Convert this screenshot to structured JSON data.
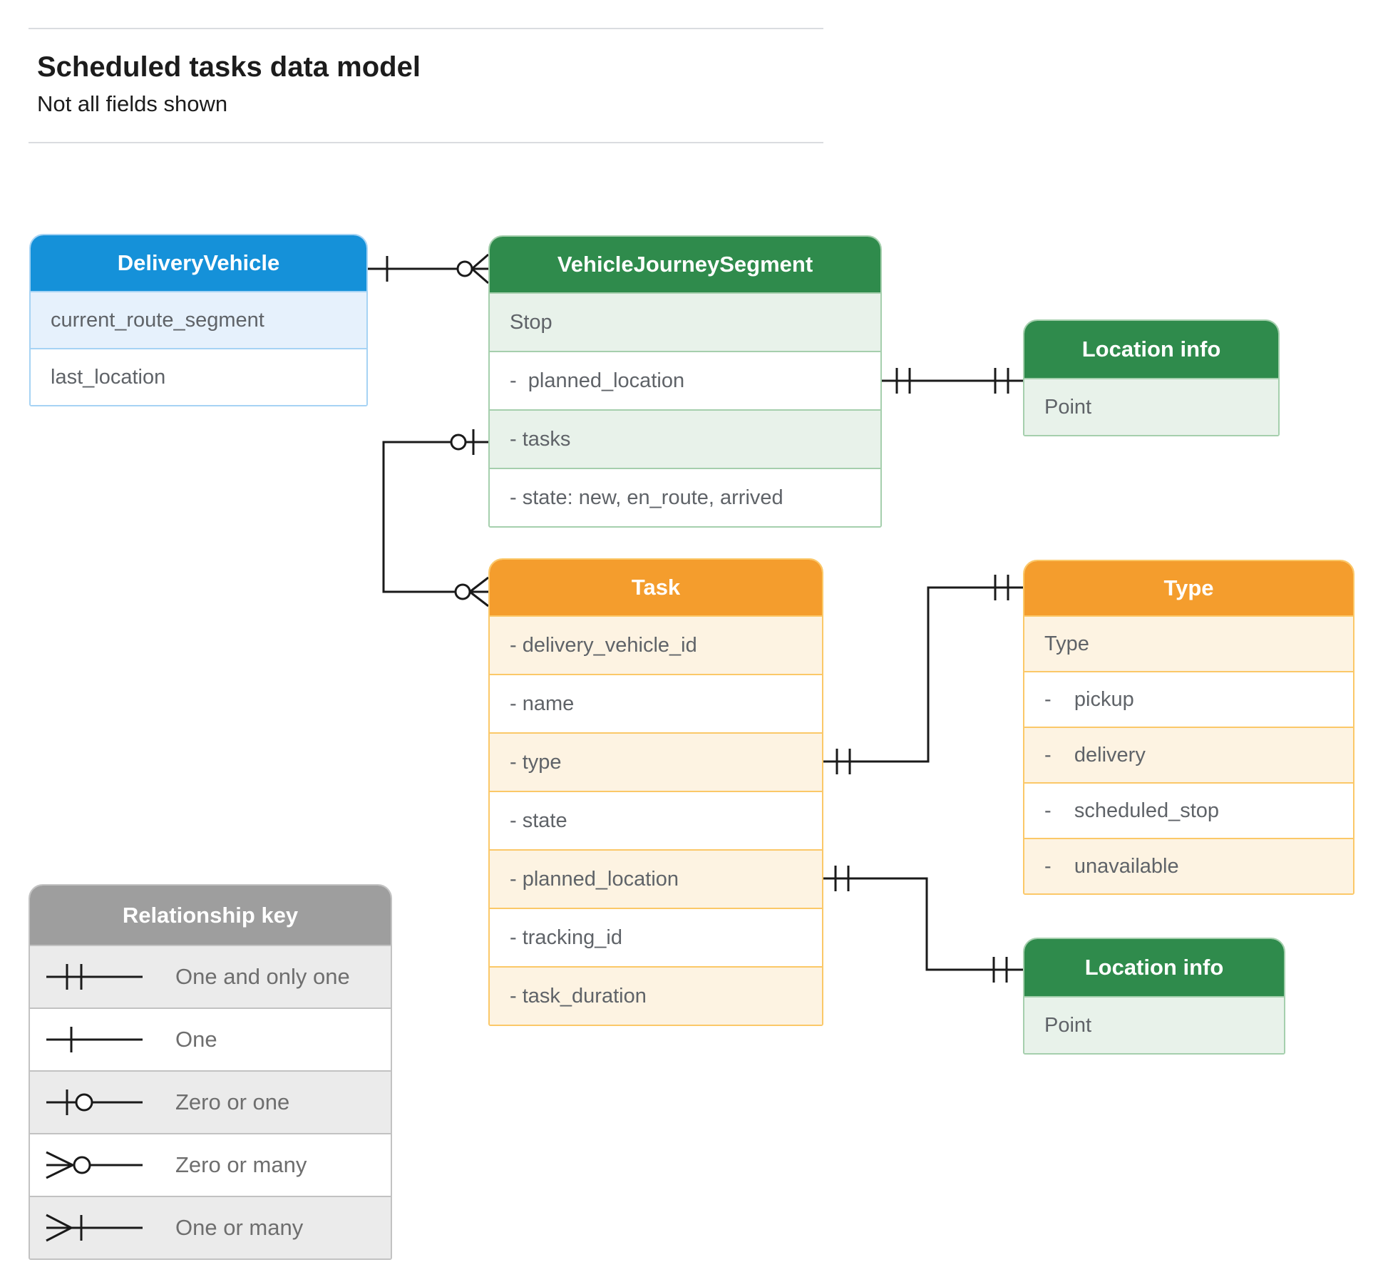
{
  "page": {
    "title": "Scheduled tasks data model",
    "subtitle": "Not all fields shown"
  },
  "colors": {
    "blue_header": "#1591d9",
    "blue_tint": "#e6f1fc",
    "blue_border": "#a6d3f4",
    "green_header": "#2f8b4c",
    "green_tint": "#e8f2ea",
    "green_border": "#a5cfad",
    "orange_header": "#f49d2d",
    "orange_tint": "#fdf3e2",
    "orange_border": "#fbc868",
    "gray_header": "#9e9e9e",
    "gray_tint": "#ebebeb",
    "connector_line": "#1a1a1a",
    "row_text": "#5f6368"
  },
  "entities": {
    "delivery_vehicle": {
      "title": "DeliveryVehicle",
      "rows": [
        "current_route_segment",
        "last_location"
      ]
    },
    "vehicle_journey_segment": {
      "title": "VehicleJourneySegment",
      "rows": [
        "Stop",
        "-  planned_location",
        "- tasks",
        "- state: new, en_route, arrived"
      ]
    },
    "location_info_top": {
      "title": "Location info",
      "rows": [
        "Point"
      ]
    },
    "task": {
      "title": "Task",
      "rows": [
        "- delivery_vehicle_id",
        "- name",
        "- type",
        "- state",
        "- planned_location",
        "- tracking_id",
        "- task_duration"
      ]
    },
    "type": {
      "title": "Type",
      "rows": [
        "Type",
        "-    pickup",
        "-    delivery",
        "-    scheduled_stop",
        "-    unavailable"
      ]
    },
    "location_info_bottom": {
      "title": "Location info",
      "rows": [
        "Point"
      ]
    }
  },
  "legend": {
    "title": "Relationship key",
    "items": [
      {
        "symbol": "one-and-only-one",
        "label": "One and only one"
      },
      {
        "symbol": "one",
        "label": "One"
      },
      {
        "symbol": "zero-or-one",
        "label": "Zero or one"
      },
      {
        "symbol": "zero-or-many",
        "label": "Zero or many"
      },
      {
        "symbol": "one-or-many",
        "label": "One or many"
      }
    ]
  }
}
